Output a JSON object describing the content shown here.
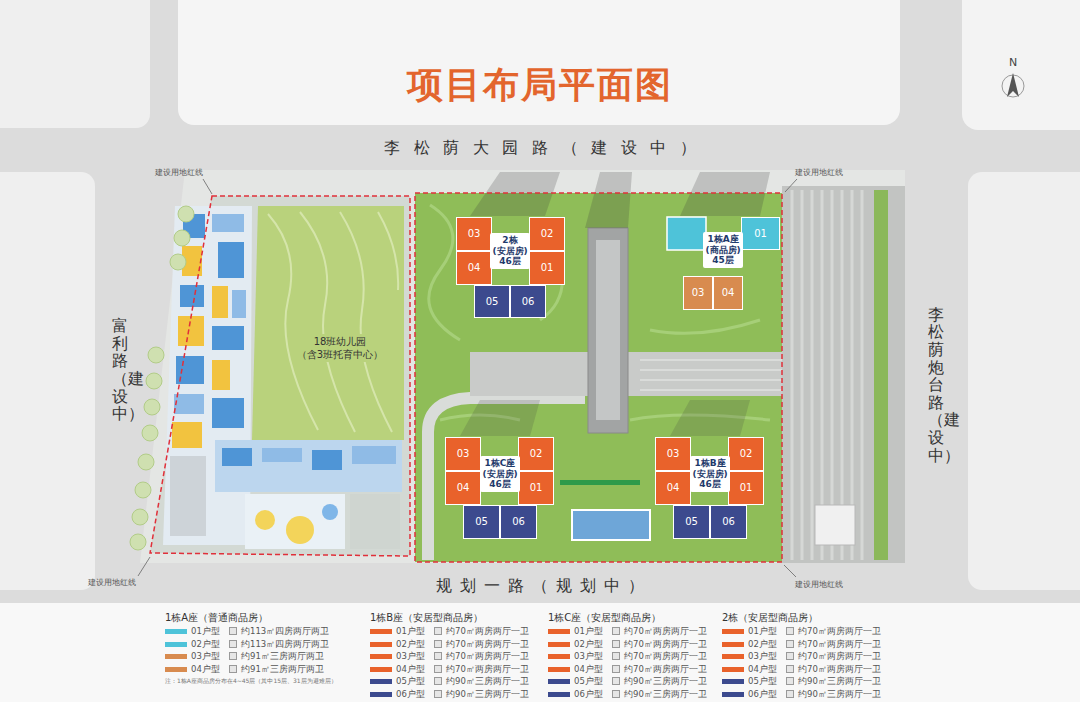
{
  "diagram": {
    "title": "项目布局平面图",
    "nodes": [
      {
        "text": [
          "18班幼儿园 （含3班托育中心）"
        ]
      },
      {
        "text": [
          "2栋 (安居房) 46层"
        ]
      },
      {
        "text": [
          "03"
        ],
        "in": 1
      },
      {
        "text": [
          "02"
        ],
        "in": 1
      },
      {
        "text": [
          "04"
        ],
        "in": 1
      },
      {
        "text": [
          "01"
        ],
        "in": 1
      },
      {
        "text": [
          "05"
        ],
        "in": 1
      },
      {
        "text": [
          "06"
        ],
        "in": 1
      },
      {
        "text": [
          "1栋A座 (商品房) 45层"
        ]
      },
      {
        "text": [
          "01"
        ],
        "in": 8
      },
      {
        "text": [
          "03"
        ],
        "in": 8
      },
      {
        "text": [
          "04"
        ],
        "in": 8
      },
      {
        "text": [
          "1栋C座 (安居房) 46层"
        ]
      },
      {
        "text": [
          "03"
        ],
        "in": 12
      },
      {
        "text": [
          "02"
        ],
        "in": 12
      },
      {
        "text": [
          "04"
        ],
        "in": 12
      },
      {
        "text": [
          "01"
        ],
        "in": 12
      },
      {
        "text": [
          "05"
        ],
        "in": 12
      },
      {
        "text": [
          "06"
        ],
        "in": 12
      },
      {
        "text": [
          "1栋B座 (安居房) 46层"
        ]
      },
      {
        "text": [
          "03"
        ],
        "in": 19
      },
      {
        "text": [
          "02"
        ],
        "in": 19
      },
      {
        "text": [
          "04"
        ],
        "in": 19
      },
      {
        "text": [
          "01"
        ],
        "in": 19
      },
      {
        "text": [
          "05"
        ],
        "in": 19
      },
      {
        "text": [
          "06"
        ],
        "in": 19
      }
    ],
    "labels": [
      "N",
      "李松荫大园路（建设中）",
      "建设用地红线",
      "建设用地红线",
      "富利路（建设中）",
      "李松荫炮台路（建设中）",
      "建设用地红线",
      "规划一路（规划中）",
      "建设用地红线",
      "1栋A座（普通商品房）",
      "约113㎡四房两厅两卫",
      "约113㎡四房两厅两卫",
      "约91㎡三房两厅两卫",
      "约91㎡三房两厅两卫",
      "注：1栋A座商品房分布在4~45层（其中15层、31层为避难层）",
      "1栋B座（安居型商品房）",
      "约70㎡两房两厅一卫",
      "约70㎡两房两厅一卫",
      "约70㎡两房两厅一卫",
      "约70㎡两房两厅一卫",
      "约90㎡三房两厅一卫",
      "约90㎡三房两厅一卫",
      "1栋C座（安居型商品房）",
      "约70㎡两房两厅一卫",
      "约70㎡两房两厅一卫",
      "约70㎡两房两厅一卫",
      "约70㎡两房两厅一卫",
      "约90㎡三房两厅一卫",
      "约90㎡三房两厅一卫",
      "2栋（安居型商品房）",
      "约70㎡两房两厅一卫",
      "约70㎡两房两厅一卫",
      "约70㎡两房两厅一卫",
      "约70㎡两房两厅一卫",
      "约90㎡三房两厅一卫",
      "约90㎡三房两厅一卫"
    ],
    "legend": [
      {
        "text": "01户型",
        "color": "#4ec3d9"
      },
      {
        "text": "02户型",
        "color": "#4ec3d9"
      },
      {
        "text": "03户型",
        "color": "#d88b4f"
      },
      {
        "text": "04户型",
        "color": "#d88b4f"
      },
      {
        "text": "01户型",
        "color": "#e9622b"
      },
      {
        "text": "02户型",
        "color": "#e9622b"
      },
      {
        "text": "03户型",
        "color": "#e9622b"
      },
      {
        "text": "04户型",
        "color": "#e9622b"
      },
      {
        "text": "05户型",
        "color": "#3c4a8e"
      },
      {
        "text": "06户型",
        "color": "#3c4a8e"
      },
      {
        "text": "01户型",
        "color": "#e9622b"
      },
      {
        "text": "02户型",
        "color": "#e9622b"
      },
      {
        "text": "03户型",
        "color": "#e9622b"
      },
      {
        "text": "04户型",
        "color": "#e9622b"
      },
      {
        "text": "05户型",
        "color": "#3c4a8e"
      },
      {
        "text": "06户型",
        "color": "#3c4a8e"
      },
      {
        "text": "01户型",
        "color": "#e9622b"
      },
      {
        "text": "02户型",
        "color": "#e9622b"
      },
      {
        "text": "03户型",
        "color": "#e9622b"
      },
      {
        "text": "04户型",
        "color": "#e9622b"
      },
      {
        "text": "05户型",
        "color": "#3c4a8e"
      },
      {
        "text": "06户型",
        "color": "#3c4a8e"
      }
    ]
  }
}
